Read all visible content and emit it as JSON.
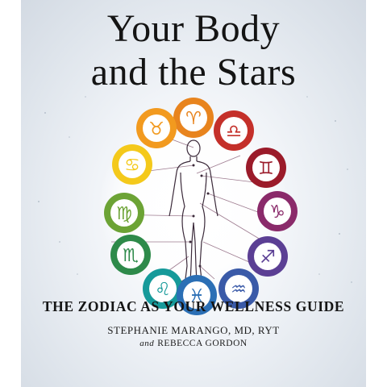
{
  "cover": {
    "title_line1": "Your Body",
    "title_line2": "and the Stars",
    "subtitle": "THE ZODIAC AS YOUR WELLNESS GUIDE",
    "author_primary": "STEPHANIE MARANGO, MD, RYT",
    "author_joiner": "and",
    "author_secondary": "REBECCA GORDON"
  },
  "zodiac_wheel": [
    {
      "sign": "aries",
      "glyph": "♈",
      "ring_color": "#e8841e"
    },
    {
      "sign": "taurus",
      "glyph": "♉",
      "ring_color": "#f29a1f"
    },
    {
      "sign": "cancer",
      "glyph": "♋",
      "ring_color": "#f4c91b"
    },
    {
      "sign": "virgo",
      "glyph": "♍",
      "ring_color": "#6ca335"
    },
    {
      "sign": "scorpio",
      "glyph": "♏",
      "ring_color": "#2e8a4a"
    },
    {
      "sign": "leo",
      "glyph": "♌",
      "ring_color": "#169a9a"
    },
    {
      "sign": "pisces",
      "glyph": "♓",
      "ring_color": "#2b6fb5"
    },
    {
      "sign": "aquarius",
      "glyph": "♒",
      "ring_color": "#3a5aa8"
    },
    {
      "sign": "sagittarius",
      "glyph": "♐",
      "ring_color": "#5b3f94"
    },
    {
      "sign": "capricorn",
      "glyph": "♑",
      "ring_color": "#8a2a6a"
    },
    {
      "sign": "gemini",
      "glyph": "♊",
      "ring_color": "#9b1b2a"
    },
    {
      "sign": "libra",
      "glyph": "♎",
      "ring_color": "#c4302a"
    }
  ]
}
